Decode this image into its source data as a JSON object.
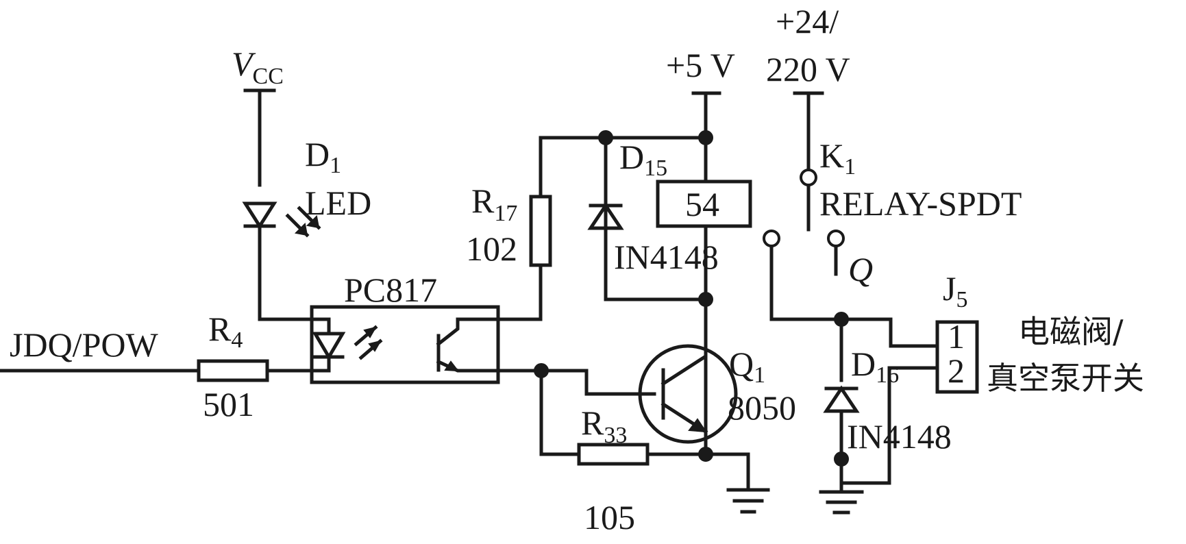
{
  "diagram": {
    "type": "circuit-schematic",
    "colors": {
      "line": "#1a1a1a",
      "background": "#ffffff"
    },
    "labels": {
      "vcc_main": "V",
      "vcc_sub": "CC",
      "d1_main": "D",
      "d1_sub": "1",
      "d1_value": "LED",
      "input_net": "JDQ/POW",
      "r4_main": "R",
      "r4_sub": "4",
      "r4_value": "501",
      "pc817": "PC817",
      "r17_main": "R",
      "r17_sub": "17",
      "r17_value": "102",
      "d15_main": "D",
      "d15_sub": "15",
      "d15_value": "IN4148",
      "plus5v": "+5 V",
      "relay_coil": "54",
      "supply_line1": "+24/",
      "supply_line2": "220 V",
      "k1_main": "K",
      "k1_sub": "1",
      "k1_value": "RELAY-SPDT",
      "q_label": "Q",
      "q1_main": "Q",
      "q1_sub": "1",
      "q1_value": "8050",
      "r33_main": "R",
      "r33_sub": "33",
      "r33_value": "105",
      "j5_main": "J",
      "j5_sub": "5",
      "pin1": "1",
      "pin2": "2",
      "d16_main": "D",
      "d16_sub": "16",
      "d16_value": "IN4148",
      "load_line1": "电磁阀/",
      "load_line2": "真空泵开关"
    },
    "components": [
      "V_CC",
      "D1 LED",
      "R4 501",
      "PC817",
      "R17 102",
      "D15 IN4148",
      "+5 V",
      "relay coil 54",
      "+24/220 V",
      "K1 RELAY-SPDT",
      "Q1 8050",
      "R33 105",
      "J5",
      "D16 IN4148"
    ]
  }
}
